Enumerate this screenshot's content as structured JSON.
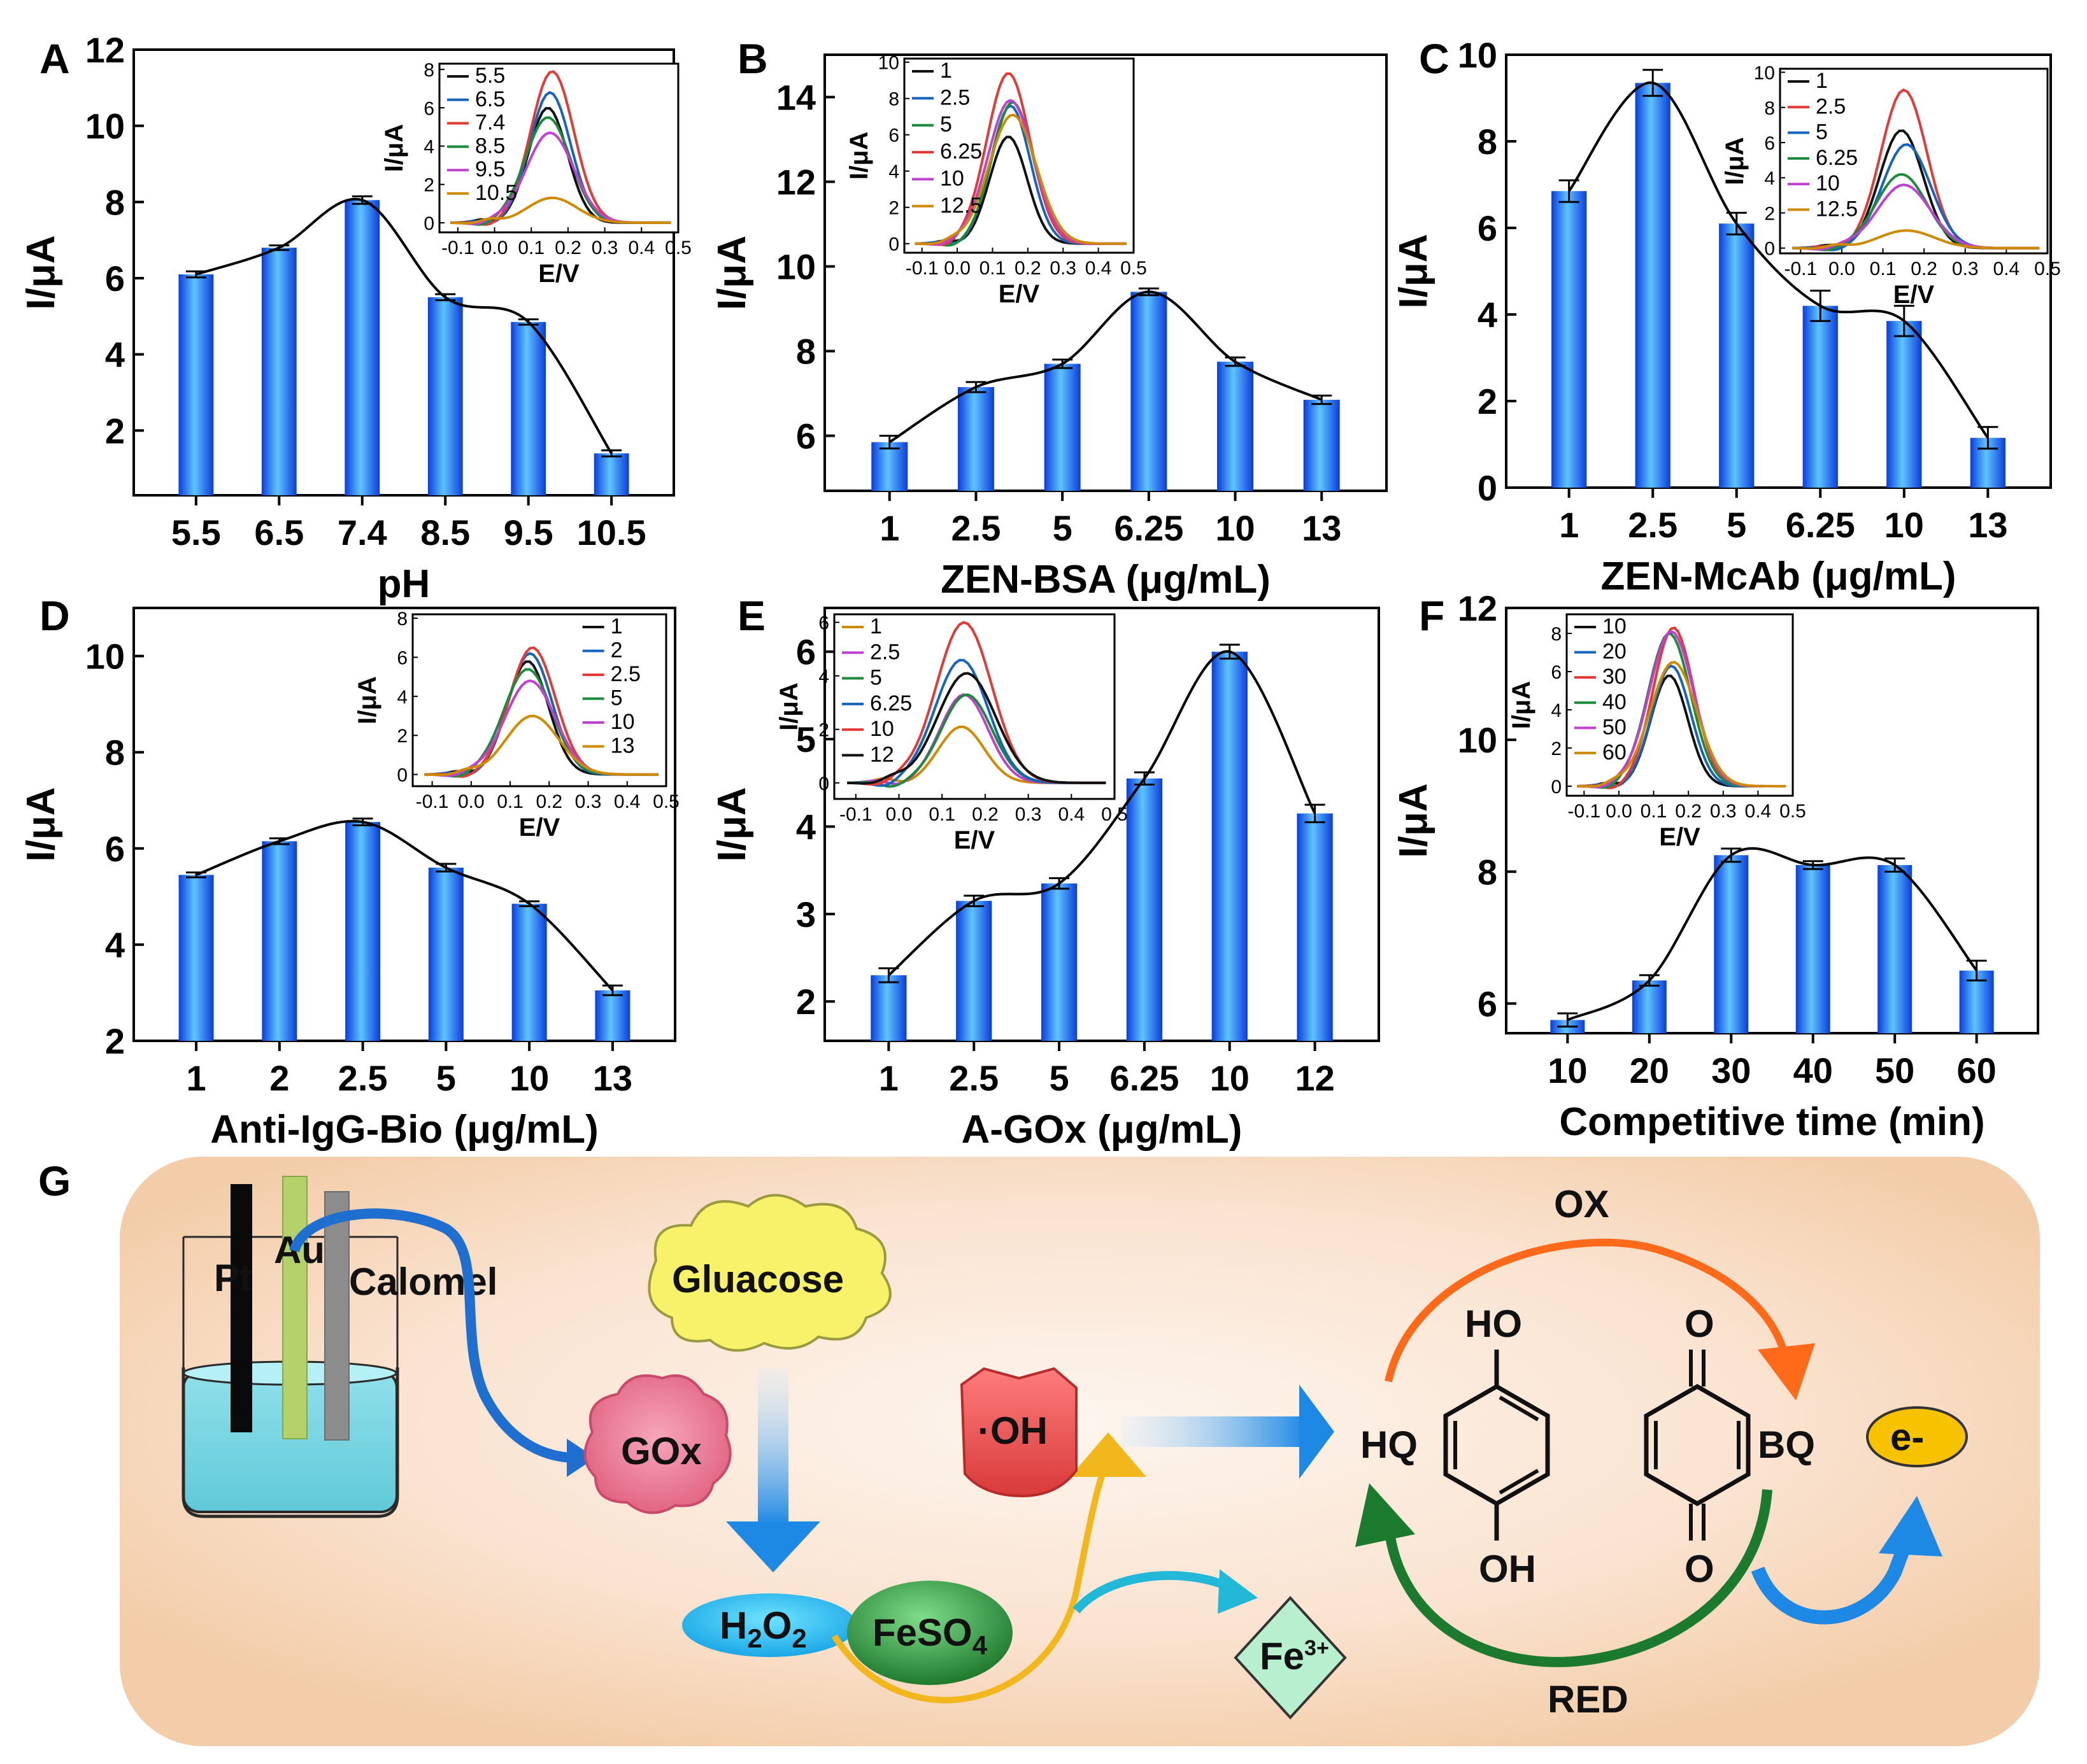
{
  "chart_data": [
    {
      "panel_label": "A",
      "type": "bar",
      "categories": [
        "5.5",
        "6.5",
        "7.4",
        "8.5",
        "9.5",
        "10.5"
      ],
      "values": [
        6.1,
        6.8,
        8.05,
        5.5,
        4.85,
        1.4
      ],
      "errors": [
        0.08,
        0.06,
        0.1,
        0.08,
        0.07,
        0.08
      ],
      "xlabel": "pH",
      "ylabel": "I/μA",
      "ylim": [
        0.3,
        12
      ],
      "yticks": [
        "2",
        "4",
        "6",
        "8",
        "10",
        "12"
      ],
      "trend_line": "smooth",
      "inset": {
        "type": "line",
        "xlabel": "E/V",
        "ylabel": "I/μA",
        "xlim": [
          -0.15,
          0.5
        ],
        "ylim": [
          -0.5,
          8.3
        ],
        "xticks": [
          "-0.1",
          "0.0",
          "0.1",
          "0.2",
          "0.3",
          "0.4",
          "0.5"
        ],
        "yticks": [
          "0",
          "2",
          "4",
          "6",
          "8"
        ],
        "legend": [
          "5.5",
          "6.5",
          "7.4",
          "8.5",
          "9.5",
          "10.5"
        ],
        "series_peaks": [
          6.0,
          6.8,
          7.9,
          5.5,
          4.7,
          1.3
        ],
        "series_colors": [
          "#111111",
          "#1565c0",
          "#e53935",
          "#1b8a3a",
          "#c040d0",
          "#d08a00"
        ]
      }
    },
    {
      "panel_label": "B",
      "type": "bar",
      "categories": [
        "1",
        "2.5",
        "5",
        "6.25",
        "10",
        "13"
      ],
      "values": [
        5.85,
        7.15,
        7.7,
        9.4,
        7.75,
        6.85
      ],
      "errors": [
        0.15,
        0.12,
        0.1,
        0.08,
        0.1,
        0.1
      ],
      "xlabel": "ZEN-BSA (μg/mL)",
      "ylabel": "I/μA",
      "ylim": [
        4.7,
        15
      ],
      "yticks": [
        "6",
        "8",
        "10",
        "12",
        "14"
      ],
      "trend_line": "smooth",
      "inset": {
        "type": "line",
        "xlabel": "E/V",
        "ylabel": "I/μA",
        "xlim": [
          -0.15,
          0.5
        ],
        "ylim": [
          -0.5,
          10.2
        ],
        "xticks": [
          "-0.1",
          "0.0",
          "0.1",
          "0.2",
          "0.3",
          "0.4",
          "0.5"
        ],
        "yticks": [
          "0",
          "2",
          "4",
          "6",
          "8",
          "10"
        ],
        "legend": [
          "1",
          "2.5",
          "5",
          "6.25",
          "10",
          "12.5"
        ],
        "series_peaks": [
          5.9,
          7.6,
          7.8,
          9.4,
          7.9,
          7.1
        ],
        "series_colors": [
          "#111111",
          "#1565c0",
          "#1b8a3a",
          "#e53935",
          "#c040d0",
          "#d08a00"
        ]
      }
    },
    {
      "panel_label": "C",
      "type": "bar",
      "categories": [
        "1",
        "2.5",
        "5",
        "6.25",
        "10",
        "13"
      ],
      "values": [
        6.85,
        9.35,
        6.1,
        4.2,
        3.85,
        1.15
      ],
      "errors": [
        0.25,
        0.3,
        0.25,
        0.35,
        0.35,
        0.25
      ],
      "xlabel": "ZEN-McAb (μg/mL)",
      "ylabel": "I/μA",
      "ylim": [
        0,
        10
      ],
      "yticks": [
        "0",
        "2",
        "4",
        "6",
        "8",
        "10"
      ],
      "trend_line": "smooth",
      "inset": {
        "type": "line",
        "xlabel": "E/V",
        "ylabel": "I/μA",
        "xlim": [
          -0.15,
          0.5
        ],
        "ylim": [
          -0.3,
          10.2
        ],
        "xticks": [
          "-0.1",
          "0.0",
          "0.1",
          "0.2",
          "0.3",
          "0.4",
          "0.5"
        ],
        "yticks": [
          "0",
          "2",
          "4",
          "6",
          "8",
          "10"
        ],
        "legend": [
          "1",
          "2.5",
          "5",
          "6.25",
          "10",
          "12.5"
        ],
        "series_peaks": [
          6.7,
          9.0,
          5.9,
          4.2,
          3.6,
          1.0
        ],
        "series_colors": [
          "#111111",
          "#e53935",
          "#1565c0",
          "#1b8a3a",
          "#c040d0",
          "#d08a00"
        ]
      }
    },
    {
      "panel_label": "D",
      "type": "bar",
      "categories": [
        "1",
        "2",
        "2.5",
        "5",
        "10",
        "13"
      ],
      "values": [
        5.45,
        6.15,
        6.55,
        5.6,
        4.85,
        3.05
      ],
      "errors": [
        0.05,
        0.06,
        0.07,
        0.08,
        0.05,
        0.1
      ],
      "xlabel": "Anti-IgG-Bio (μg/mL)",
      "ylabel": "I/μA",
      "ylim": [
        2,
        11
      ],
      "yticks": [
        "2",
        "4",
        "6",
        "8",
        "10"
      ],
      "trend_line": "smooth",
      "inset": {
        "type": "line",
        "xlabel": "E/V",
        "ylabel": "I/μA",
        "xlim": [
          -0.15,
          0.5
        ],
        "ylim": [
          -0.6,
          8.2
        ],
        "xticks": [
          "-0.1",
          "0.0",
          "0.1",
          "0.2",
          "0.3",
          "0.4",
          "0.5"
        ],
        "yticks": [
          "0",
          "2",
          "4",
          "6",
          "8"
        ],
        "legend": [
          "1",
          "2",
          "2.5",
          "5",
          "10",
          "13"
        ],
        "series_peaks": [
          5.8,
          6.2,
          6.5,
          5.4,
          4.8,
          3.0
        ],
        "series_colors": [
          "#111111",
          "#1565c0",
          "#e53935",
          "#1b8a3a",
          "#c040d0",
          "#d08a00"
        ]
      }
    },
    {
      "panel_label": "E",
      "type": "bar",
      "categories": [
        "1",
        "2.5",
        "5",
        "6.25",
        "10",
        "12"
      ],
      "values": [
        2.3,
        3.15,
        3.35,
        4.55,
        6.0,
        4.15
      ],
      "errors": [
        0.08,
        0.06,
        0.06,
        0.07,
        0.08,
        0.1
      ],
      "xlabel": "A-GOx (μg/mL)",
      "ylabel": "I/μA",
      "ylim": [
        1.55,
        6.5
      ],
      "yticks": [
        "2",
        "3",
        "4",
        "5",
        "6"
      ],
      "trend_line": "smooth",
      "inset": {
        "type": "line",
        "xlabel": "E/V",
        "ylabel": "I/μA",
        "xlim": [
          -0.15,
          0.5
        ],
        "ylim": [
          -0.6,
          6.3
        ],
        "xticks": [
          "-0.1",
          "0.0",
          "0.1",
          "0.2",
          "0.3",
          "0.4",
          "0.5"
        ],
        "yticks": [
          "0",
          "2",
          "4",
          "6"
        ],
        "legend": [
          "1",
          "2.5",
          "5",
          "6.25",
          "10",
          "12"
        ],
        "series_peaks": [
          2.1,
          3.3,
          3.3,
          4.6,
          6.0,
          4.1
        ],
        "series_colors": [
          "#d08a00",
          "#c040d0",
          "#1b8a3a",
          "#1565c0",
          "#e53935",
          "#111111"
        ]
      }
    },
    {
      "panel_label": "F",
      "type": "bar",
      "categories": [
        "10",
        "20",
        "30",
        "40",
        "50",
        "60"
      ],
      "values": [
        5.75,
        6.35,
        8.25,
        8.1,
        8.1,
        6.5
      ],
      "errors": [
        0.1,
        0.08,
        0.1,
        0.06,
        0.1,
        0.15
      ],
      "xlabel": "Competitive time (min)",
      "ylabel": "I/μA",
      "ylim": [
        5.55,
        12
      ],
      "yticks": [
        "6",
        "8",
        "10",
        "12"
      ],
      "trend_line": "smooth",
      "inset": {
        "type": "line",
        "xlabel": "E/V",
        "ylabel": "I/μA",
        "xlim": [
          -0.15,
          0.5
        ],
        "ylim": [
          -0.5,
          9.0
        ],
        "xticks": [
          "-0.1",
          "0.0",
          "0.1",
          "0.2",
          "0.3",
          "0.4",
          "0.5"
        ],
        "yticks": [
          "0",
          "2",
          "4",
          "6",
          "8"
        ],
        "legend": [
          "10",
          "20",
          "30",
          "40",
          "50",
          "60"
        ],
        "series_peaks": [
          5.8,
          6.3,
          8.3,
          8.0,
          8.1,
          6.5
        ],
        "series_colors": [
          "#111111",
          "#1565c0",
          "#e53935",
          "#1b8a3a",
          "#c040d0",
          "#d08a00"
        ]
      }
    }
  ],
  "scheme": {
    "panel_label": "G",
    "electrodes": [
      "Pt",
      "Au",
      "Calomel"
    ],
    "glucose": "Gluacose",
    "enzyme": "GOx",
    "h2o2": [
      "H",
      "2",
      "O",
      "2"
    ],
    "feso4": [
      "FeSO",
      "4"
    ],
    "fe3": [
      "Fe",
      "3+"
    ],
    "radical": "·OH",
    "hq": "HQ",
    "bq": "BQ",
    "ho": "HO",
    "oh": "OH",
    "oxygen": "O",
    "ox": "OX",
    "red": "RED",
    "electron": "e-"
  },
  "colors": {
    "bar_light": "#5fc4ff",
    "bar_dark": "#0a3ddc",
    "background_panel": "#f6d6bc"
  }
}
